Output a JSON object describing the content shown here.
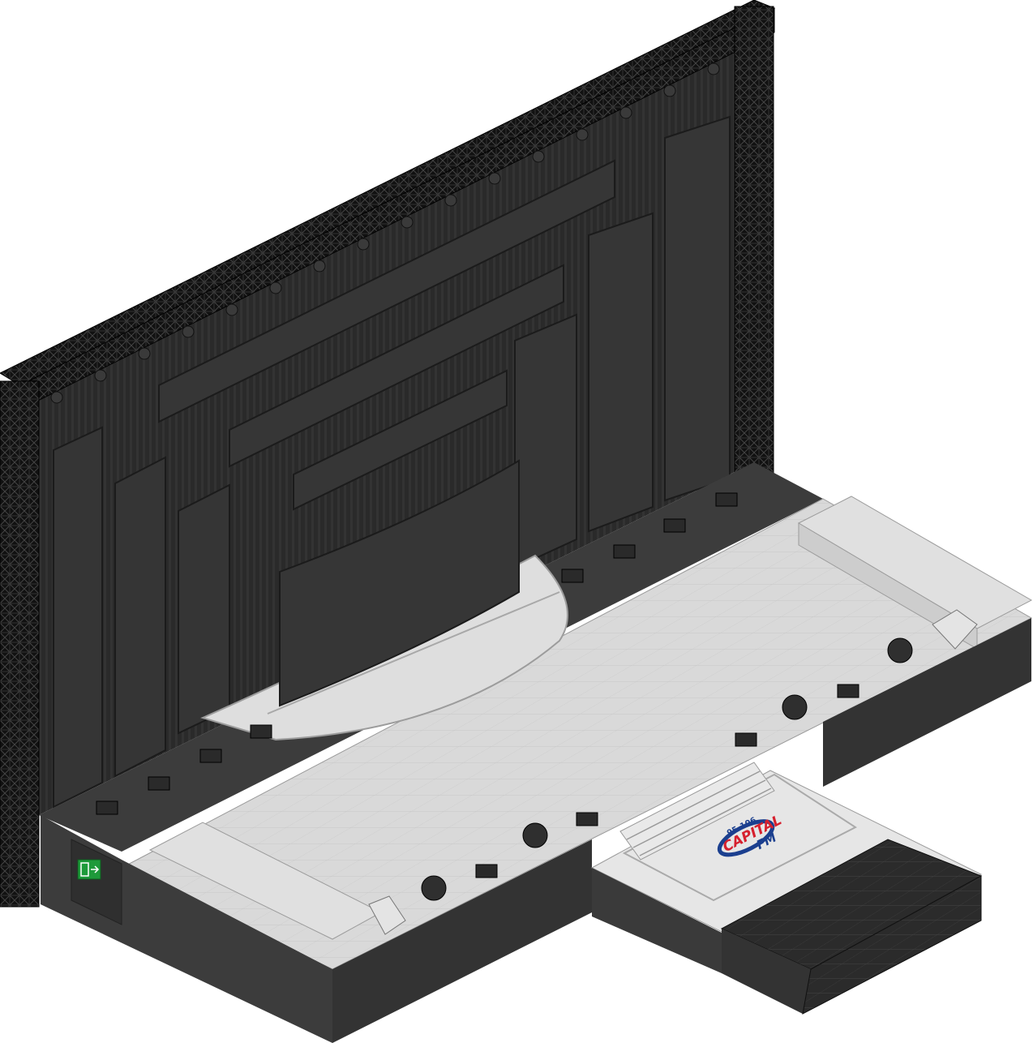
{
  "scene": {
    "description_free": true,
    "colors": {
      "truss": "#111111",
      "curtain": "#2c2c2c",
      "panel": "#383838",
      "panel_edge": "#1c1c1c",
      "stage_top": "#d6d6d6",
      "stage_top_light": "#e6e6e6",
      "stage_side": "#3a3a3a",
      "stage_side_dark": "#2a2a2a",
      "thrust_top": "#e4e4e4",
      "thrust_grid": "#2e2e2e",
      "exit_sign": "#1e9a3a",
      "logo_red": "#d6202e",
      "logo_blue": "#1b3f8f"
    },
    "exit_sign": {
      "icon": "emergency-exit-icon"
    },
    "logo": {
      "frequency": "95-106",
      "name": "CAPITAL",
      "suffix": "FM"
    }
  }
}
